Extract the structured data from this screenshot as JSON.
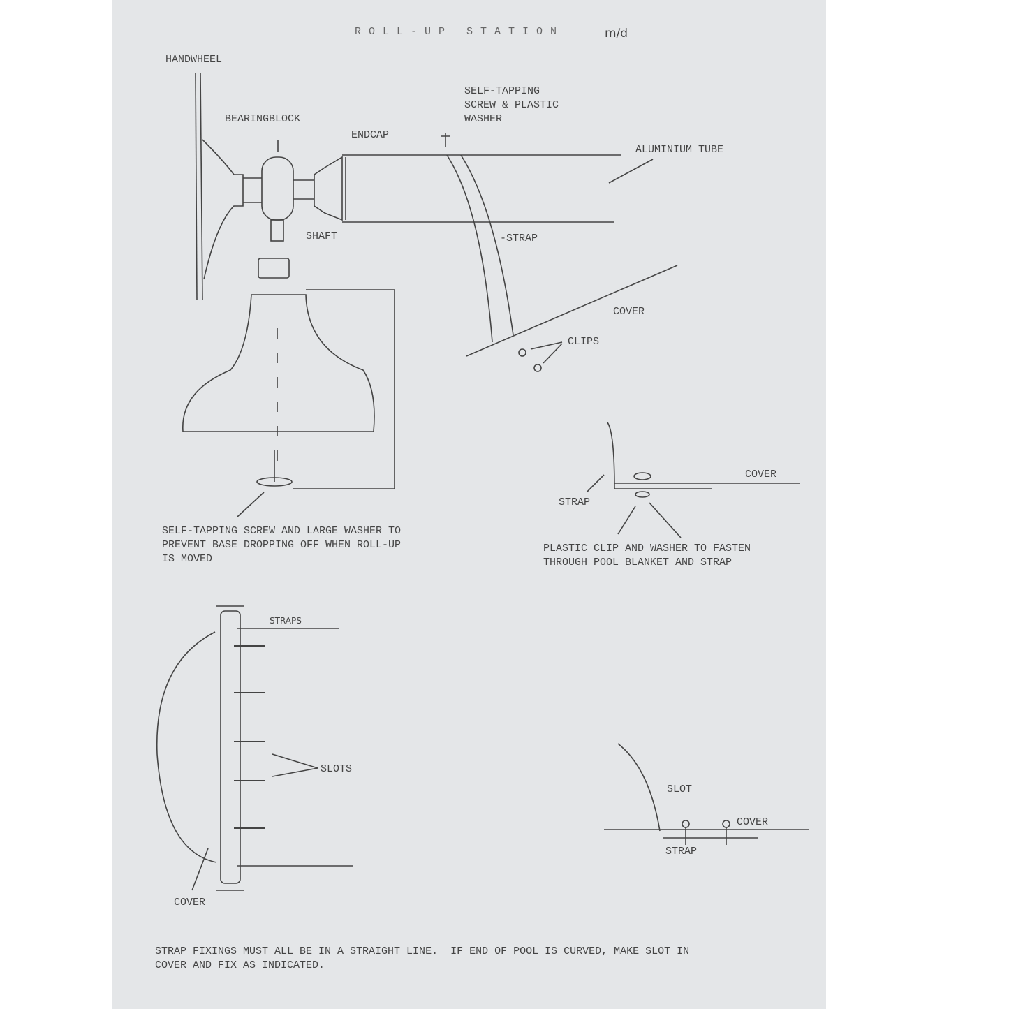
{
  "title": "ROLL-UP STATION",
  "initials": "m/d",
  "labels": {
    "handwheel": "HANDWHEEL",
    "bearingblock": "BEARINGBLOCK",
    "endcap": "ENDCAP",
    "self_tapping_top": "SELF-TAPPING\nSCREW & PLASTIC\nWASHER",
    "aluminium_tube": "ALUMINIUM TUBE",
    "shaft": "SHAFT",
    "strap": "-STRAP",
    "cover": "COVER",
    "clips": "CLIPS",
    "detail_cover": "COVER",
    "detail_strap": "STRAP",
    "plastic_clip_note": "PLASTIC CLIP AND WASHER TO FASTEN\nTHROUGH POOL BLANKET AND STRAP",
    "base_note": "SELF-TAPPING SCREW AND LARGE WASHER TO\nPREVENT BASE DROPPING OFF WHEN ROLL-UP\nIS MOVED",
    "straps": "STRAPS",
    "slots": "SLOTS",
    "bottom_cover": "COVER",
    "slot": "SLOT",
    "slot_cover": "COVER",
    "slot_strap": "STRAP"
  },
  "footer_note": "STRAP FIXINGS MUST ALL BE IN A STRAIGHT LINE.  IF END OF POOL IS CURVED, MAKE SLOT IN\nCOVER AND FIX AS INDICATED."
}
